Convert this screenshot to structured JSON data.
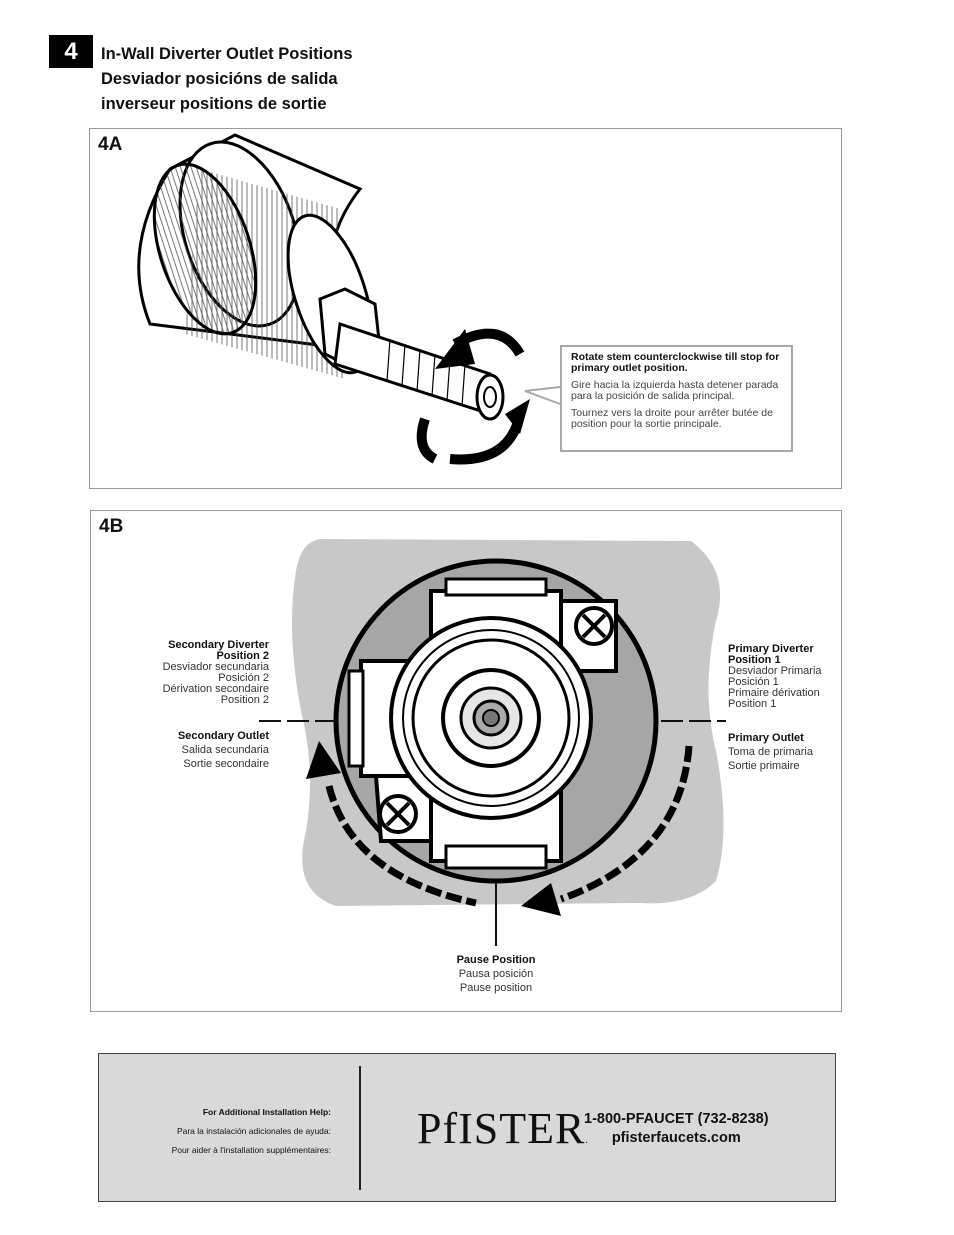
{
  "step": {
    "number": "4",
    "title_en": "In-Wall Diverter Outlet Positions",
    "title_es": "Desviador posicións de salida",
    "title_fr": "inverseur positions de sortie"
  },
  "panel_a": {
    "label": "4A",
    "callout": {
      "en": "Rotate stem counterclockwise till stop for primary outlet position.",
      "es": "Gire hacia la izquierda hasta detener parada para la posición de salida principal.",
      "fr": "Tournez vers la droite pour arrêter butée de position pour la sortie principale."
    }
  },
  "panel_b": {
    "label": "4B",
    "secondary_diverter": {
      "title_l1": "Secondary Diverter",
      "title_l2": "Position 2",
      "es_l1": "Desviador secundaria",
      "es_l2": "Posición 2",
      "fr_l1": "Dérivation secondaire",
      "fr_l2": "Position 2"
    },
    "secondary_outlet": {
      "title": "Secondary Outlet",
      "es": "Salida secundaria",
      "fr": "Sortie secondaire"
    },
    "primary_diverter": {
      "title_l1": "Primary Diverter",
      "title_l2": "Position 1",
      "es_l1": "Desviador Primaria",
      "es_l2": "Posición 1",
      "fr_l1": "Primaire dérivation",
      "fr_l2": "Position 1"
    },
    "primary_outlet": {
      "title": "Primary  Outlet",
      "es": "Toma de primaria",
      "fr": "Sortie primaire"
    },
    "pause": {
      "title": "Pause Position",
      "es": "Pausa posición",
      "fr": "Pause position"
    }
  },
  "help": {
    "en": "For Additional Installation Help:",
    "es": "Para la instalación adicionales de ayuda:",
    "fr": "Pour aider à l'installation supplémentaires:",
    "logo": "PfISTER",
    "phone": "1-800-PFAUCET (732-8238)",
    "website": "pfisterfaucets.com"
  }
}
